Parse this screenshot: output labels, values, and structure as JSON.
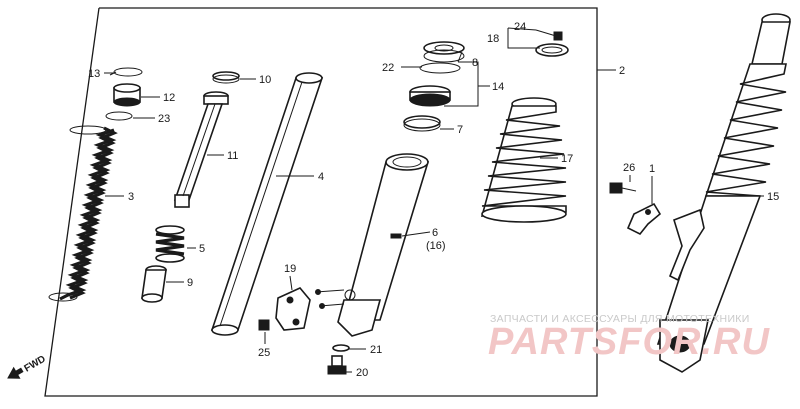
{
  "callouts": {
    "c1": "1",
    "c2": "2",
    "c3": "3",
    "c4": "4",
    "c5": "5",
    "c6": "6",
    "c6sub": "(16)",
    "c7": "7",
    "c8": "8",
    "c9": "9",
    "c10": "10",
    "c11": "11",
    "c12": "12",
    "c13": "13",
    "c14": "14",
    "c15": "15",
    "c17": "17",
    "c18": "18",
    "c19": "19",
    "c20": "20",
    "c21": "21",
    "c22": "22",
    "c23": "23",
    "c24": "24",
    "c25": "25",
    "c26": "26"
  },
  "fwd_label": "FWD",
  "watermark": {
    "caption": "ЗАПЧАСТИ И АКСЕССУАРЫ ДЛЯ МОТОТЕХНИКИ",
    "brand": "PARTSFOR.RU"
  }
}
